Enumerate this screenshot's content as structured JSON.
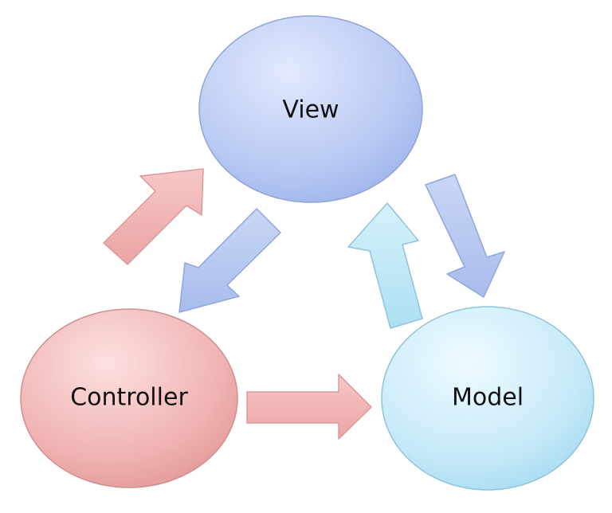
{
  "diagram": {
    "nodes": {
      "view": {
        "label": "View"
      },
      "controller": {
        "label": "Controller"
      },
      "model": {
        "label": "Model"
      }
    },
    "colors": {
      "view_fill": "#b5c6f2",
      "controller_fill": "#f0b2b2",
      "model_fill": "#c6e9f8",
      "red_arrow": "#f1b5b5",
      "blue_arrow": "#b4c4f0",
      "cyan_arrow": "#bfe6f5"
    }
  }
}
